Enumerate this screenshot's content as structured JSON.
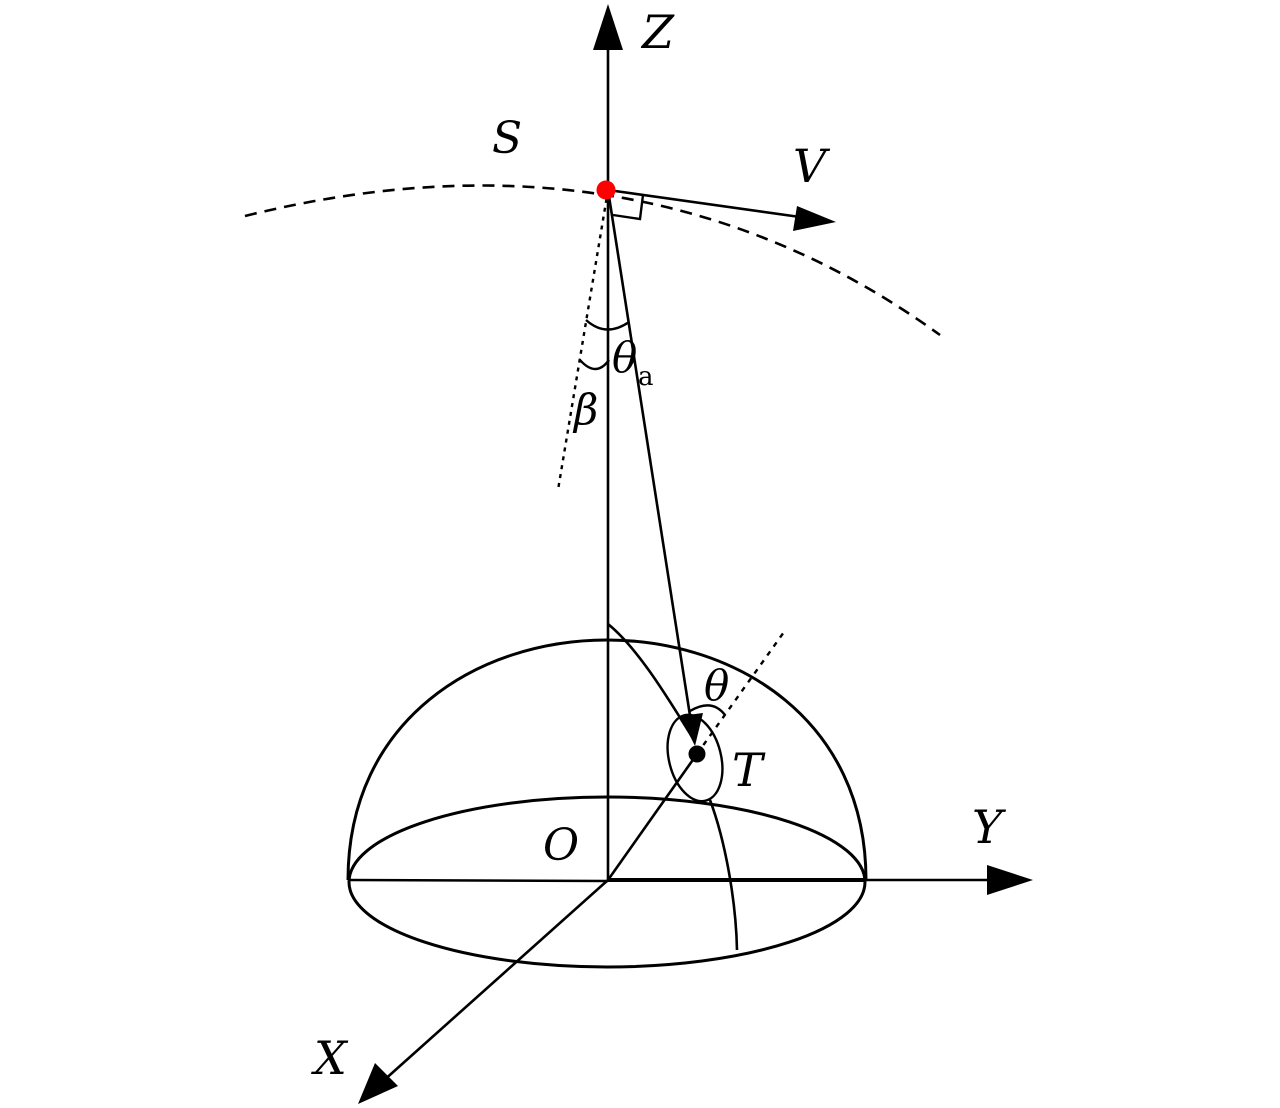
{
  "labels": {
    "z_axis": "Z",
    "y_axis": "Y",
    "x_axis": "X",
    "origin": "O",
    "satellite": "S",
    "velocity": "V",
    "target": "T",
    "theta": "θ",
    "theta_a_symbol": "θ",
    "theta_a_subscript": "a",
    "beta": "β"
  },
  "colors": {
    "stroke": "#000000",
    "satellite_point": "#ff0000",
    "background": "#ffffff"
  }
}
